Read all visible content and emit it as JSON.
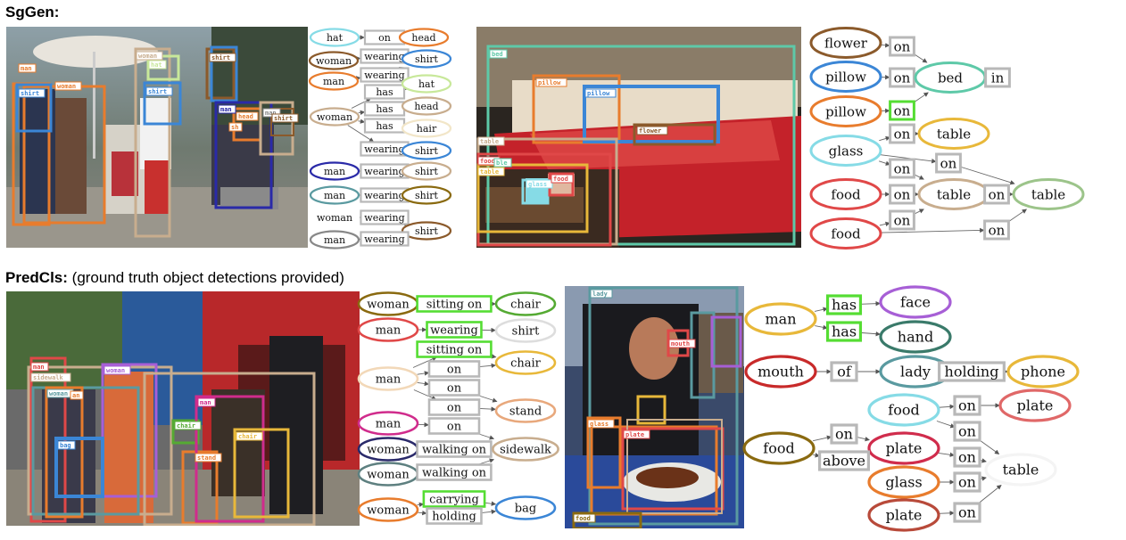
{
  "titles": {
    "sggen": "SgGen:",
    "predcls_bold": "PredCls:",
    "predcls_note": "(ground truth object detections provided)"
  },
  "colors": {
    "orange": "#e87c2d",
    "blue": "#3b86d6",
    "tan": "#c8ad8e",
    "brown": "#8b5a2b",
    "green": "#55dd33",
    "cyan": "#86dbe6",
    "red": "#e04848",
    "teal": "#5a9aa0",
    "magenta": "#d02c8c",
    "purple": "#a75fd6",
    "gold": "#e8b83a",
    "olive": "#8a6a10",
    "navy": "#2a2aa8",
    "grey": "#b8b8b8",
    "lightgreen": "#c8e89a",
    "slate": "#5e8080"
  },
  "panels": [
    {
      "id": "p1",
      "tags": [
        {
          "t": "man",
          "c": "#e87c2d"
        },
        {
          "t": "woman",
          "c": "#e87c2d"
        },
        {
          "t": "shirt",
          "c": "#3b86d6"
        },
        {
          "t": "woman",
          "c": "#c8ad8e"
        },
        {
          "t": "hat",
          "c": "#c8e89a"
        },
        {
          "t": "shirt",
          "c": "#3b86d6"
        },
        {
          "t": "shirt",
          "c": "#8b5a2b"
        },
        {
          "t": "man",
          "c": "#2a2aa8"
        },
        {
          "t": "head",
          "c": "#e87c2d"
        },
        {
          "t": "sh",
          "c": "#e87c2d"
        },
        {
          "t": "man",
          "c": "#888888"
        },
        {
          "t": "shirt",
          "c": "#8b5a2b"
        }
      ],
      "nodes": [
        {
          "t": "hat",
          "k": "o",
          "c": "#86dbe6"
        },
        {
          "t": "on",
          "k": "r",
          "c": "#b8b8b8"
        },
        {
          "t": "head",
          "k": "o",
          "c": "#e87c2d"
        },
        {
          "t": "woman",
          "k": "o",
          "c": "#8b5a2b"
        },
        {
          "t": "wearing",
          "k": "r",
          "c": "#b8b8b8"
        },
        {
          "t": "shirt",
          "k": "o",
          "c": "#3b86d6"
        },
        {
          "t": "man",
          "k": "o",
          "c": "#e87c2d"
        },
        {
          "t": "wearing",
          "k": "r",
          "c": "#b8b8b8"
        },
        {
          "t": "has",
          "k": "r",
          "c": "#b8b8b8"
        },
        {
          "t": "hat",
          "k": "o",
          "c": "#c8e89a"
        },
        {
          "t": "woman",
          "k": "o",
          "c": "#c8ad8e"
        },
        {
          "t": "has",
          "k": "r",
          "c": "#b8b8b8"
        },
        {
          "t": "head",
          "k": "o",
          "c": "#c8ad8e"
        },
        {
          "t": "has",
          "k": "r",
          "c": "#b8b8b8"
        },
        {
          "t": "hair",
          "k": "o",
          "c": "#f2e6c8"
        },
        {
          "t": "wearing",
          "k": "r",
          "c": "#b8b8b8"
        },
        {
          "t": "shirt",
          "k": "o",
          "c": "#3b86d6"
        },
        {
          "t": "man",
          "k": "o",
          "c": "#2a2aa8"
        },
        {
          "t": "wearing",
          "k": "r",
          "c": "#b8b8b8"
        },
        {
          "t": "shirt",
          "k": "o",
          "c": "#c8ad8e"
        },
        {
          "t": "man",
          "k": "o",
          "c": "#5a9aa0"
        },
        {
          "t": "wearing",
          "k": "r",
          "c": "#b8b8b8"
        },
        {
          "t": "shirt",
          "k": "o",
          "c": "#8a6a10"
        },
        {
          "t": "woman",
          "k": "o",
          "c": "#ffffff"
        },
        {
          "t": "wearing",
          "k": "r",
          "c": "#b8b8b8"
        },
        {
          "t": "shirt",
          "k": "o",
          "c": "#8b5a2b"
        },
        {
          "t": "man",
          "k": "o",
          "c": "#888888"
        },
        {
          "t": "wearing",
          "k": "r",
          "c": "#b8b8b8"
        }
      ]
    },
    {
      "id": "p2",
      "tags": [
        {
          "t": "bed",
          "c": "#5ec9a8"
        },
        {
          "t": "pillow",
          "c": "#e87c2d"
        },
        {
          "t": "pillow",
          "c": "#3b86d6"
        },
        {
          "t": "flower",
          "c": "#8b5a2b"
        },
        {
          "t": "table",
          "c": "#c8ad8e"
        },
        {
          "t": "food",
          "c": "#e04848"
        },
        {
          "t": "ble",
          "c": "#5ec9a8"
        },
        {
          "t": "table",
          "c": "#e8b83a"
        },
        {
          "t": "glass",
          "c": "#86dbe6"
        },
        {
          "t": "food",
          "c": "#e04848"
        }
      ],
      "nodes": [
        {
          "t": "flower",
          "k": "o",
          "c": "#8b5a2b"
        },
        {
          "t": "on",
          "k": "r",
          "c": "#b8b8b8"
        },
        {
          "t": "pillow",
          "k": "o",
          "c": "#3b86d6"
        },
        {
          "t": "on",
          "k": "r",
          "c": "#b8b8b8"
        },
        {
          "t": "bed",
          "k": "o",
          "c": "#5ec9a8"
        },
        {
          "t": "in",
          "k": "r",
          "c": "#b8b8b8"
        },
        {
          "t": "pillow",
          "k": "o",
          "c": "#e87c2d"
        },
        {
          "t": "on",
          "k": "r",
          "c": "#55dd33"
        },
        {
          "t": "on",
          "k": "r",
          "c": "#b8b8b8"
        },
        {
          "t": "table",
          "k": "o",
          "c": "#e8b83a"
        },
        {
          "t": "glass",
          "k": "o",
          "c": "#86dbe6"
        },
        {
          "t": "on",
          "k": "r",
          "c": "#b8b8b8"
        },
        {
          "t": "on",
          "k": "r",
          "c": "#b8b8b8"
        },
        {
          "t": "food",
          "k": "o",
          "c": "#e04848"
        },
        {
          "t": "on",
          "k": "r",
          "c": "#b8b8b8"
        },
        {
          "t": "table",
          "k": "o",
          "c": "#c8ad8e"
        },
        {
          "t": "on",
          "k": "r",
          "c": "#b8b8b8"
        },
        {
          "t": "table",
          "k": "o",
          "c": "#9cc48a"
        },
        {
          "t": "on",
          "k": "r",
          "c": "#b8b8b8"
        },
        {
          "t": "food",
          "k": "o",
          "c": "#e04848"
        },
        {
          "t": "on",
          "k": "r",
          "c": "#b8b8b8"
        }
      ]
    },
    {
      "id": "p3",
      "tags": [
        {
          "t": "man",
          "c": "#e04848"
        },
        {
          "t": "woman",
          "c": "#a75fd6"
        },
        {
          "t": "sidewalk",
          "c": "#c8ad8e"
        },
        {
          "t": "woman",
          "c": "#5a9aa0"
        },
        {
          "t": "an",
          "c": "#e87c2d"
        },
        {
          "t": "chair",
          "c": "#55aa33"
        },
        {
          "t": "chair",
          "c": "#e8b83a"
        },
        {
          "t": "stand",
          "c": "#e87c2d"
        },
        {
          "t": "bag",
          "c": "#3b86d6"
        },
        {
          "t": "man",
          "c": "#d02c8c"
        }
      ],
      "nodes": [
        {
          "t": "woman",
          "k": "o",
          "c": "#8a6a10"
        },
        {
          "t": "sitting on",
          "k": "r",
          "c": "#55dd33"
        },
        {
          "t": "chair",
          "k": "o",
          "c": "#55aa33"
        },
        {
          "t": "man",
          "k": "o",
          "c": "#e04848"
        },
        {
          "t": "wearing",
          "k": "r",
          "c": "#55dd33"
        },
        {
          "t": "shirt",
          "k": "o",
          "c": "#dddddd"
        },
        {
          "t": "sitting on",
          "k": "r",
          "c": "#55dd33"
        },
        {
          "t": "chair",
          "k": "o",
          "c": "#e8b83a"
        },
        {
          "t": "on",
          "k": "r",
          "c": "#b8b8b8"
        },
        {
          "t": "man",
          "k": "o",
          "c": "#f2d8b8"
        },
        {
          "t": "on",
          "k": "r",
          "c": "#b8b8b8"
        },
        {
          "t": "on",
          "k": "r",
          "c": "#b8b8b8"
        },
        {
          "t": "stand",
          "k": "o",
          "c": "#e8a87c"
        },
        {
          "t": "man",
          "k": "o",
          "c": "#d02c8c"
        },
        {
          "t": "on",
          "k": "r",
          "c": "#b8b8b8"
        },
        {
          "t": "woman",
          "k": "o",
          "c": "#2a2a6a"
        },
        {
          "t": "walking on",
          "k": "r",
          "c": "#b8b8b8"
        },
        {
          "t": "sidewalk",
          "k": "o",
          "c": "#c8ad8e"
        },
        {
          "t": "woman",
          "k": "o",
          "c": "#5e8080"
        },
        {
          "t": "walking on",
          "k": "r",
          "c": "#b8b8b8"
        },
        {
          "t": "carrying",
          "k": "r",
          "c": "#55dd33"
        },
        {
          "t": "woman",
          "k": "o",
          "c": "#e87c2d"
        },
        {
          "t": "holding",
          "k": "r",
          "c": "#b8b8b8"
        },
        {
          "t": "bag",
          "k": "o",
          "c": "#3b86d6"
        }
      ]
    },
    {
      "id": "p4",
      "tags": [
        {
          "t": "lady",
          "c": "#5a9aa0"
        },
        {
          "t": "mouth",
          "c": "#e04848"
        },
        {
          "t": "glass",
          "c": "#e87c2d"
        },
        {
          "t": "plate",
          "c": "#e04848"
        },
        {
          "t": "food",
          "c": "#8a6a10"
        }
      ],
      "nodes": [
        {
          "t": "man",
          "k": "o",
          "c": "#e8b83a"
        },
        {
          "t": "has",
          "k": "r",
          "c": "#55dd33"
        },
        {
          "t": "face",
          "k": "o",
          "c": "#a75fd6"
        },
        {
          "t": "has",
          "k": "r",
          "c": "#55dd33"
        },
        {
          "t": "hand",
          "k": "o",
          "c": "#3a7a6a"
        },
        {
          "t": "mouth",
          "k": "o",
          "c": "#c82a2a"
        },
        {
          "t": "of",
          "k": "r",
          "c": "#b8b8b8"
        },
        {
          "t": "lady",
          "k": "o",
          "c": "#5a9aa0"
        },
        {
          "t": "holding",
          "k": "r",
          "c": "#b8b8b8"
        },
        {
          "t": "phone",
          "k": "o",
          "c": "#e8b83a"
        },
        {
          "t": "food",
          "k": "o",
          "c": "#86dbe6"
        },
        {
          "t": "on",
          "k": "r",
          "c": "#b8b8b8"
        },
        {
          "t": "plate",
          "k": "o",
          "c": "#e06868"
        },
        {
          "t": "on",
          "k": "r",
          "c": "#b8b8b8"
        },
        {
          "t": "food",
          "k": "o",
          "c": "#8a6a10"
        },
        {
          "t": "on",
          "k": "r",
          "c": "#b8b8b8"
        },
        {
          "t": "plate",
          "k": "o",
          "c": "#d02c4c"
        },
        {
          "t": "above",
          "k": "r",
          "c": "#b8b8b8"
        },
        {
          "t": "on",
          "k": "r",
          "c": "#b8b8b8"
        },
        {
          "t": "table",
          "k": "o",
          "c": "#f4f4f4"
        },
        {
          "t": "glass",
          "k": "o",
          "c": "#e87c2d"
        },
        {
          "t": "on",
          "k": "r",
          "c": "#b8b8b8"
        },
        {
          "t": "plate",
          "k": "o",
          "c": "#b84a3a"
        },
        {
          "t": "on",
          "k": "r",
          "c": "#b8b8b8"
        }
      ]
    }
  ]
}
